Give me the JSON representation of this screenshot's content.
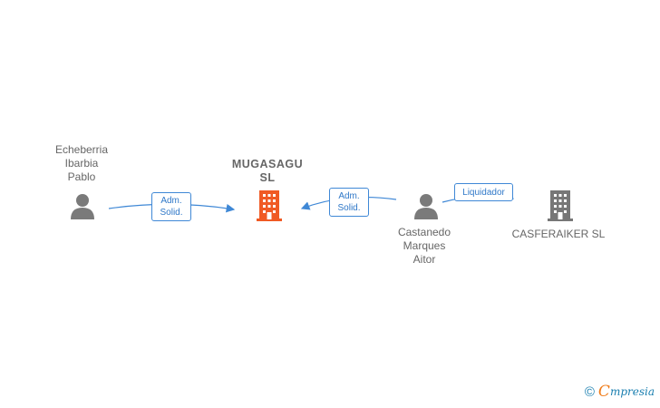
{
  "nodes": {
    "person_1": {
      "label": "Echeberria\nIbarbia\nPablo"
    },
    "company_main": {
      "label": "MUGASAGU\nSL"
    },
    "person_2": {
      "label": "Castanedo\nMarques\nAitor"
    },
    "company_2": {
      "label": "CASFERAIKER SL"
    }
  },
  "edges": {
    "edge_1": {
      "label": "Adm.\nSolid."
    },
    "edge_2": {
      "label": "Adm.\nSolid."
    },
    "edge_3": {
      "label": "Liquidador"
    }
  },
  "brand": {
    "copyright": "©",
    "initial": "C",
    "rest": "mpresia"
  },
  "colors": {
    "person": "#7a7a7a",
    "company_main": "#f05a24",
    "company_other": "#777777",
    "edge": "#3f88d6"
  }
}
